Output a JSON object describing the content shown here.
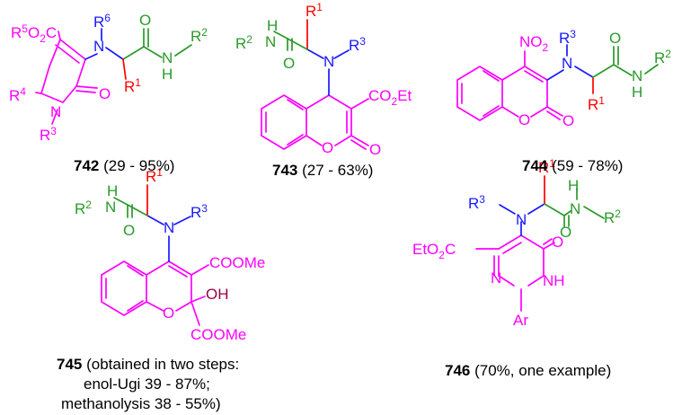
{
  "compounds": [
    {
      "number": "742",
      "yield": "(29 - 95%)"
    },
    {
      "number": "743",
      "yield": "(27 - 63%)"
    },
    {
      "number": "744",
      "yield": "(59 - 78%)"
    },
    {
      "number": "745",
      "yield": "(obtained in two steps:",
      "yield_line2": "enol-Ugi 39 - 87%;",
      "yield_line3": "methanolysis 38 - 55%)"
    },
    {
      "number": "746",
      "yield": "(70%, one example)"
    }
  ],
  "atoms": {
    "R1": "R",
    "sup1": "1",
    "R2": "R",
    "sup2": "2",
    "R3": "R",
    "sup3": "3",
    "R4": "R",
    "sup4": "4",
    "R5": "R",
    "sup5": "5",
    "R6": "R",
    "sup6": "6",
    "N": "N",
    "H": "H",
    "O": "O",
    "NH": "NH",
    "O2C": "O",
    "O2Csub": "2",
    "O2Crest": "C",
    "CO2Et": "CO",
    "CO2Et_sub": "2",
    "CO2Et_rest": "Et",
    "NO2": "NO",
    "NO2_sub": "2",
    "COOMe": "COOMe",
    "OH": "OH",
    "EtO2C": "EtO",
    "EtO2C_sub": "2",
    "EtO2C_rest": "C",
    "Ar": "Ar"
  }
}
